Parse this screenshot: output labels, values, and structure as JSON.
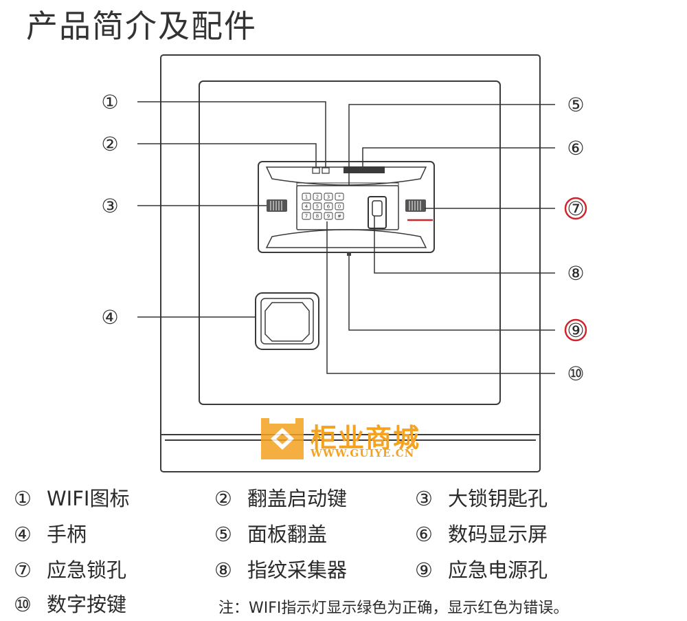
{
  "title": "产品简介及配件",
  "callouts": [
    {
      "num": "①",
      "highlight": false
    },
    {
      "num": "②",
      "highlight": false
    },
    {
      "num": "③",
      "highlight": false
    },
    {
      "num": "④",
      "highlight": false
    },
    {
      "num": "⑤",
      "highlight": false
    },
    {
      "num": "⑥",
      "highlight": false
    },
    {
      "num": "⑦",
      "highlight": true
    },
    {
      "num": "⑧",
      "highlight": false
    },
    {
      "num": "⑨",
      "highlight": true
    },
    {
      "num": "⑩",
      "highlight": false
    }
  ],
  "keypad_keys": [
    "1",
    "2",
    "3",
    "*",
    "4",
    "5",
    "6",
    "0",
    "7",
    "8",
    "9",
    "#"
  ],
  "legend": [
    {
      "num": "①",
      "label": "WIFI图标"
    },
    {
      "num": "②",
      "label": "翻盖启动键"
    },
    {
      "num": "③",
      "label": "大锁钥匙孔"
    },
    {
      "num": "④",
      "label": "手柄"
    },
    {
      "num": "⑤",
      "label": "面板翻盖"
    },
    {
      "num": "⑥",
      "label": "数码显示屏"
    },
    {
      "num": "⑦",
      "label": "应急锁孔"
    },
    {
      "num": "⑧",
      "label": "指纹采集器"
    },
    {
      "num": "⑨",
      "label": "应急电源孔"
    },
    {
      "num": "⑩",
      "label": "数字按键"
    }
  ],
  "note": "注：WIFI指示灯显示绿色为正确，显示红色为错误。",
  "watermark": {
    "name": "柜业商城",
    "url": "WWW.GUIYE.CN"
  },
  "colors": {
    "highlight": "#d0242a",
    "line": "#333333",
    "watermark": "#f4a21f"
  }
}
